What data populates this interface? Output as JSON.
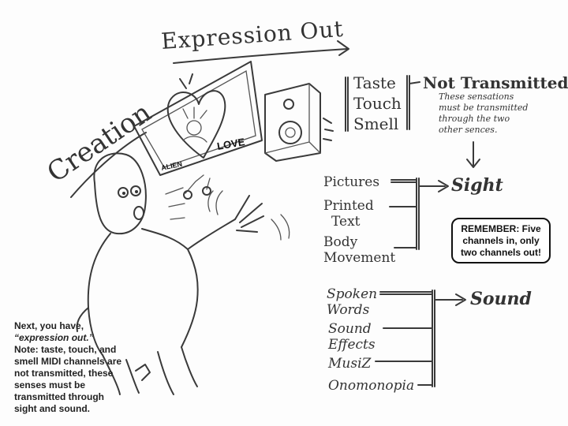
{
  "title": "Expression Out",
  "creation_label": "Creation",
  "tv": {
    "alien_label": "ALIEN",
    "love_label": "LOVE"
  },
  "not_transmitted": {
    "senses": [
      "Taste",
      "Touch",
      "Smell"
    ],
    "heading": "Not Transmitted.",
    "note_lines": [
      "These sensations",
      "must be transmitted",
      "through the two",
      "other sences."
    ]
  },
  "sight": {
    "items": [
      [
        "Pictures"
      ],
      [
        "Printed",
        "Text"
      ],
      [
        "Body",
        "Movement"
      ]
    ],
    "target": "Sight"
  },
  "sound": {
    "items": [
      [
        "Spoken",
        "Words"
      ],
      [
        "Sound",
        "Effects"
      ],
      [
        "MusiZ"
      ],
      [
        "Onomonopia"
      ]
    ],
    "target": "Sound"
  },
  "remember_box": {
    "text": "REMEMBER: Five channels in, only two channels out!"
  },
  "caption": {
    "line1": "Next, you have,",
    "emphasis": "“expression out.”",
    "rest": "Note: taste, touch, and smell MIDI channels are not transmitted, these senses must be transmitted through sight and sound."
  }
}
